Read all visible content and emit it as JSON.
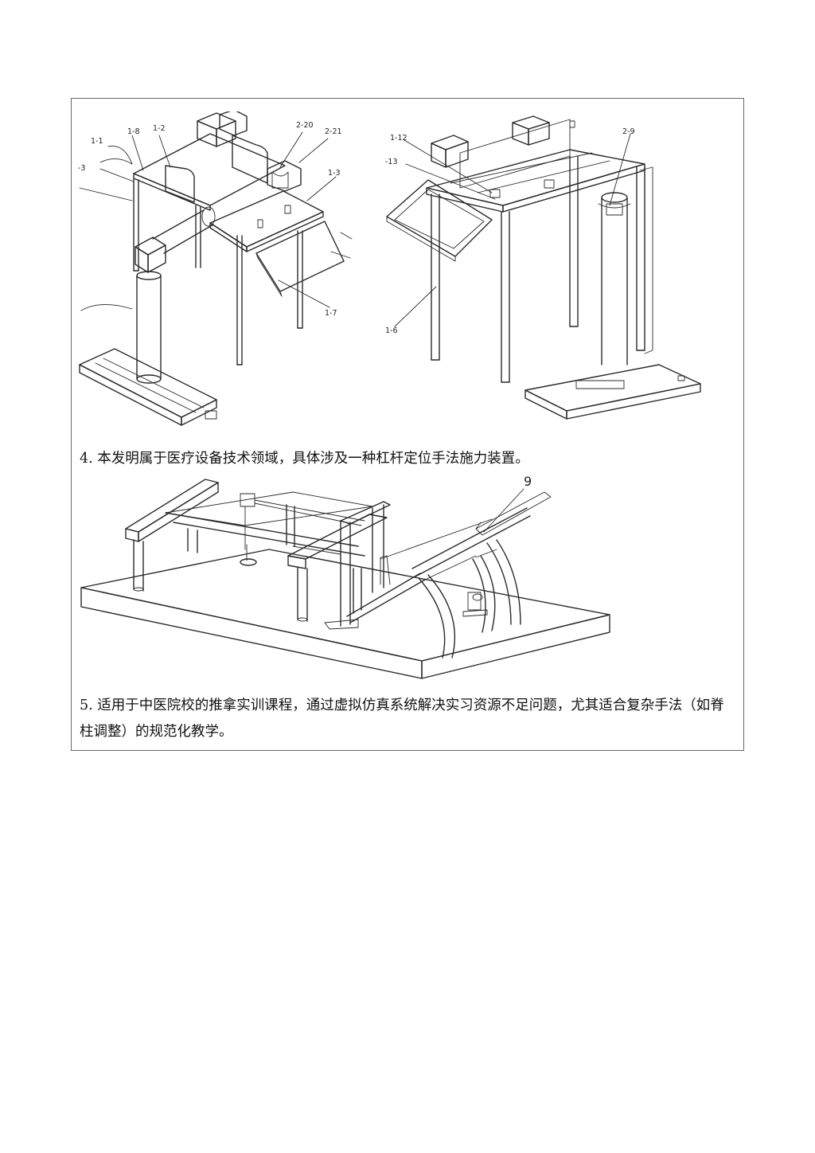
{
  "figure_left": {
    "labels": {
      "l_1_1": "1-1",
      "l_1_8": "1-8",
      "l_1_2": "1-2",
      "l_2_20": "2-20",
      "l_2_21": "2-21",
      "l_1_3": "1-3",
      "l_m3": "-3",
      "l_1_7": "1-7"
    }
  },
  "figure_right": {
    "labels": {
      "l_1_12": "1-12",
      "l_m13": "-13",
      "l_2_9": "2-9",
      "l_1_6": "1-6"
    }
  },
  "figure_bottom": {
    "labels": {
      "l_9": "9"
    }
  },
  "paragraphs": {
    "p4": "4. 本发明属于医疗设备技术领域，具体涉及一种杠杆定位手法施力装置。",
    "p5": "5. 适用于中医院校的推拿实训课程，通过虚拟仿真系统解决实习资源不足问题，尤其适合复杂手法（如脊柱调整）的规范化教学。"
  }
}
